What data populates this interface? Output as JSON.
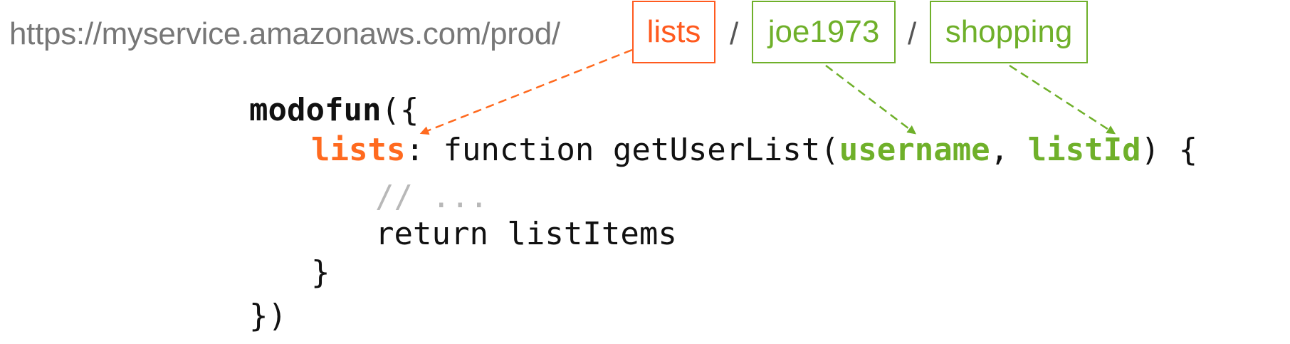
{
  "url": {
    "prefix": "https://myservice.amazonaws.com/prod/",
    "segments": [
      {
        "label": "lists",
        "color": "#ff5a1f"
      },
      {
        "label": "joe1973",
        "color": "#6fb02a"
      },
      {
        "label": "shopping",
        "color": "#6fb02a"
      }
    ],
    "separator": "/"
  },
  "code": {
    "call_name": "modofun",
    "call_open": "({",
    "handler_key": "lists",
    "colon": ":",
    "function_decl": " function getUserList(",
    "param1": "username",
    "comma": ", ",
    "param2": "listId",
    "decl_close": ") {",
    "comment": "// ...",
    "return_line": "return listItems",
    "inner_close": "}",
    "outer_close": "})"
  },
  "colors": {
    "path_handler": "#ff5a1f",
    "path_params": "#6fb02a",
    "comment": "#b8b8b8"
  }
}
